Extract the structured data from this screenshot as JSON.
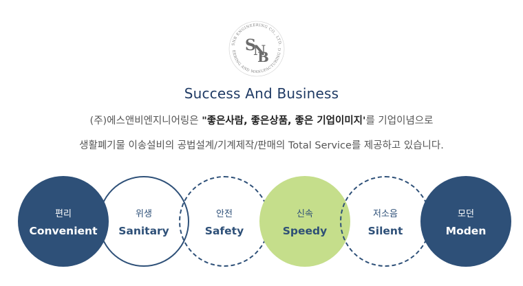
{
  "logo": {
    "ring_text_top": "SNB ENGINEERING CO., LTD.",
    "ring_text_bottom": "ENGINEERING AND MANUFACTURING GROUP",
    "letters": "SNB"
  },
  "headline": "Success And Business",
  "intro": {
    "prefix": "(주)에스앤비엔지니어링은 ",
    "emphasis": "\"좋은사람, 좋은상품, 좋은 기업이미지'",
    "suffix": "를 기업이념으로"
  },
  "line2": "생활폐기물 이송설비의 공법설계/기계제작/판매의 Total Service를 제공하고 있습니다.",
  "values": [
    {
      "kr": "편리",
      "en": "Convenient",
      "style": "filled-navy"
    },
    {
      "kr": "위생",
      "en": "Sanitary",
      "style": "outline-solid"
    },
    {
      "kr": "안전",
      "en": "Safety",
      "style": "outline-dashed"
    },
    {
      "kr": "신속",
      "en": "Speedy",
      "style": "filled-green"
    },
    {
      "kr": "저소음",
      "en": "Silent",
      "style": "outline-dashed"
    },
    {
      "kr": "모던",
      "en": "Moden",
      "style": "filled-navy"
    }
  ],
  "colors": {
    "navy": "#2e5078",
    "green": "#c5de8b",
    "headline": "#1f3a64"
  }
}
